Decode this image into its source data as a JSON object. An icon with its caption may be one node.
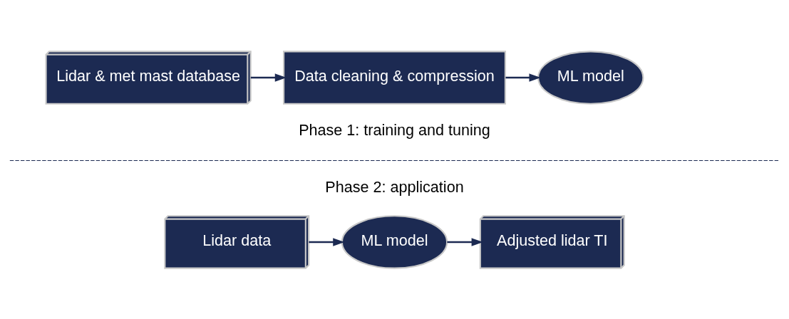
{
  "diagram": {
    "nodes": [
      {
        "text": [
          "Lidar & met mast database"
        ]
      },
      {
        "text": [
          "Data cleaning & compression"
        ]
      },
      {
        "text": [
          "ML model"
        ]
      },
      {
        "text": [
          "Lidar data"
        ]
      },
      {
        "text": [
          "ML model"
        ]
      },
      {
        "text": [
          "Adjusted lidar TI"
        ]
      }
    ],
    "edges": [
      {
        "from": 0,
        "to": 1,
        "arrow": "to"
      },
      {
        "from": 1,
        "to": 2,
        "arrow": "to"
      },
      {
        "from": 3,
        "to": 4,
        "arrow": "to"
      },
      {
        "from": 4,
        "to": 5,
        "arrow": "to"
      }
    ],
    "labels": [
      "Phase 1: training and tuning",
      "Phase 2: application"
    ]
  }
}
